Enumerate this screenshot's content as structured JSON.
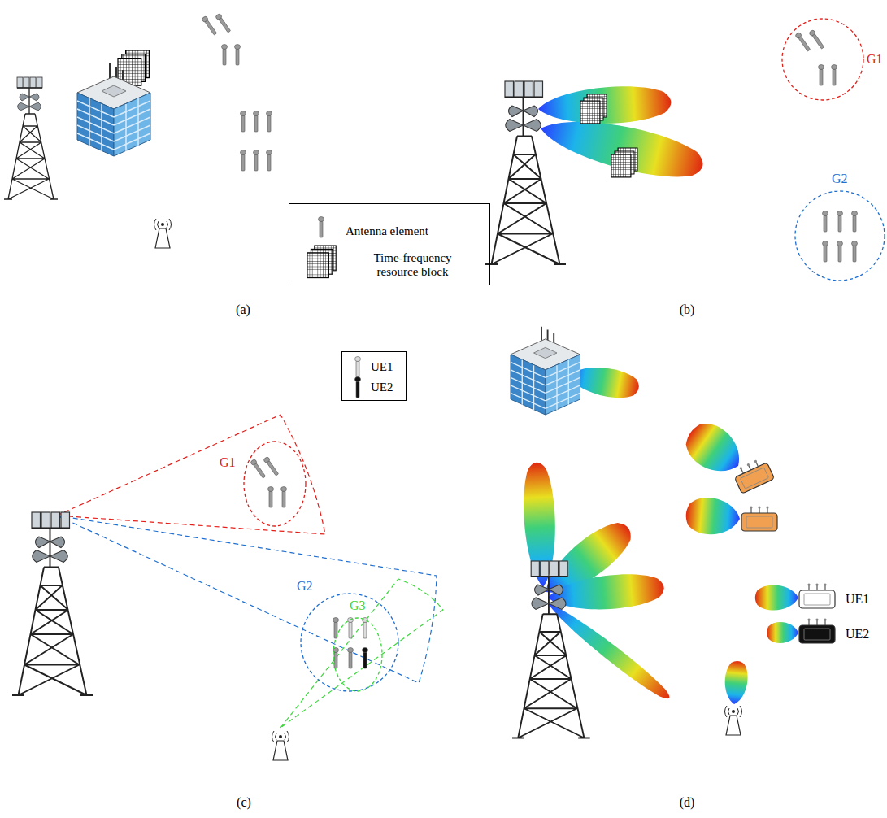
{
  "diagram": {
    "nodes": [
      {
        "text": [
          "G1"
        ]
      },
      {
        "text": [
          "G2"
        ]
      },
      {
        "text": [
          "G1"
        ]
      },
      {
        "text": [
          "G2"
        ]
      },
      {
        "text": [
          "G3"
        ]
      }
    ],
    "labels": [
      "(a)",
      "(b)",
      "(c)",
      "UE1",
      "UE2",
      "(d)"
    ],
    "legend": [
      {
        "text": "Antenna element"
      },
      {
        "text": "Time-frequency resource block"
      },
      {
        "text": "UE1"
      },
      {
        "text": "UE2"
      }
    ]
  }
}
